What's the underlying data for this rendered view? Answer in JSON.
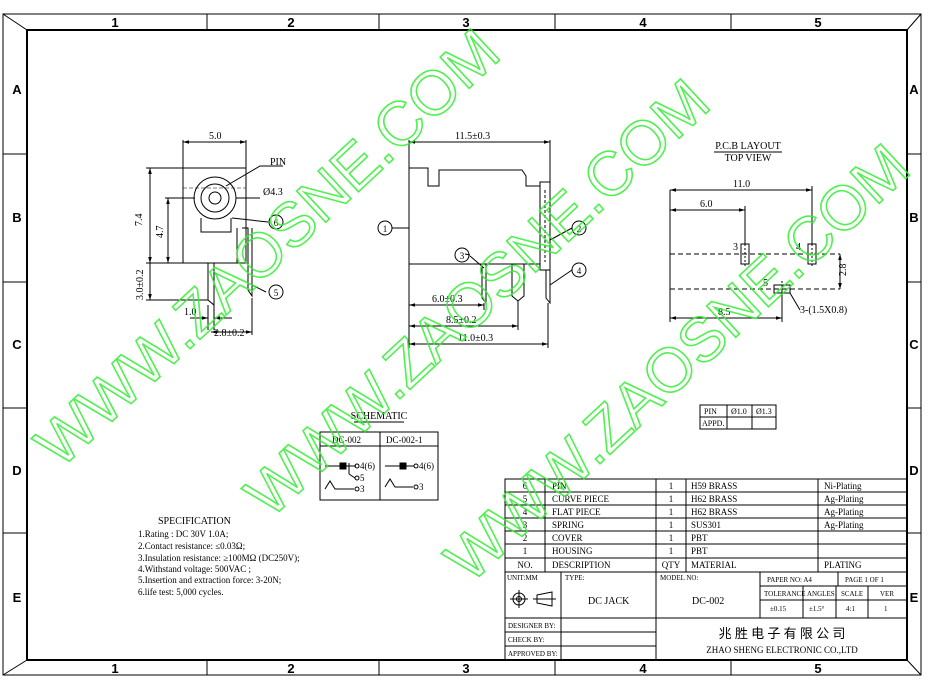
{
  "frame": {
    "columns": [
      "1",
      "2",
      "3",
      "4",
      "5"
    ],
    "rows": [
      "A",
      "B",
      "C",
      "D",
      "E"
    ]
  },
  "watermark": {
    "text": [
      "WWW.ZAOSNE.COM",
      "WWW.ZAOSNE.COM",
      "WWW.ZAOSNE.COM"
    ],
    "color": "#33ee33"
  },
  "front_view": {
    "dims": [
      "5.0",
      "7.4",
      "4.7",
      "3.0±0.2",
      "1.0",
      "2.8±0.2"
    ],
    "labels": [
      "PIN",
      "Ø4.3"
    ],
    "callouts": [
      "6",
      "5"
    ]
  },
  "side_view": {
    "dims": [
      "11.5±0.3",
      "6.0±0.3",
      "8.5±0.2",
      "11.0±0.3"
    ],
    "callouts": [
      "1",
      "2",
      "3",
      "4"
    ]
  },
  "pcb": {
    "title": "P.C.B LAYOUT",
    "subtitle": "TOP VIEW",
    "dims": [
      "11.0",
      "6.0",
      "2.8",
      "8.5"
    ],
    "pads": [
      "3",
      "4",
      "5"
    ],
    "hole_note": "3-(1.5X0.8)"
  },
  "pin_table": {
    "headers": [
      "PIN",
      "Ø1.0",
      "Ø1.3"
    ],
    "row_label": "APPD."
  },
  "schematic": {
    "title": "SCHEMATIC",
    "headers": [
      "DC-002",
      "DC-002-1"
    ],
    "left_pins": [
      "4(6)",
      "5",
      "3"
    ],
    "right_pins": [
      "4(6)",
      "3"
    ]
  },
  "specification": {
    "title": "SPECIFICATION",
    "lines": [
      "1.Rating : DC 30V 1.0A;",
      "2.Contact resistance: ≤0.03Ω;",
      "3.Insulation resistance: ≥100MΩ (DC250V);",
      "4.Withstand voltage: 500VAC ;",
      "5.Insertion and extraction force: 3-20N;",
      "6.life test: 5,000 cycles."
    ]
  },
  "bom": {
    "rows": [
      {
        "no": "6",
        "desc": "PIN",
        "qty": "1",
        "mat": "H59 BRASS",
        "plat": "Ni-Plating"
      },
      {
        "no": "5",
        "desc": "CURVE PIECE",
        "qty": "1",
        "mat": "H62 BRASS",
        "plat": "Ag-Plating"
      },
      {
        "no": "4",
        "desc": "FLAT PIECE",
        "qty": "1",
        "mat": "H62 BRASS",
        "plat": "Ag-Plating"
      },
      {
        "no": "3",
        "desc": "SPRING",
        "qty": "1",
        "mat": "SUS301",
        "plat": "Ag-Plating"
      },
      {
        "no": "2",
        "desc": "COVER",
        "qty": "1",
        "mat": "PBT",
        "plat": ""
      },
      {
        "no": "1",
        "desc": "HOUSING",
        "qty": "1",
        "mat": "PBT",
        "plat": ""
      }
    ],
    "header": {
      "no": "NO.",
      "desc": "DESCRIPTION",
      "qty": "QTY",
      "mat": "MATERIAL",
      "plat": "PLATING"
    }
  },
  "title_block": {
    "unit": "UNIT:MM",
    "type_label": "TYPE:",
    "type_value": "DC   JACK",
    "model_label": "MODEL NO:",
    "model_value": "DC-002",
    "paper": "PAPER NO: A4",
    "page": "PAGE 1 OF 1",
    "tol_h": "TOLERANCE",
    "ang_h": "ANGLES",
    "scale_h": "SCALE",
    "ver_h": "VER",
    "tol_v": "±0.15",
    "ang_v": "±1.5°",
    "scale_v": "4:1",
    "ver_v": "1",
    "designer": "DESIGNER BY:",
    "check": "CHECK   BY:",
    "approved": "APPROVED BY:",
    "company_cn": "兆 胜 电 子 有 限 公 司",
    "company_en": "ZHAO SHENG ELECTRONIC CO.,LTD"
  }
}
